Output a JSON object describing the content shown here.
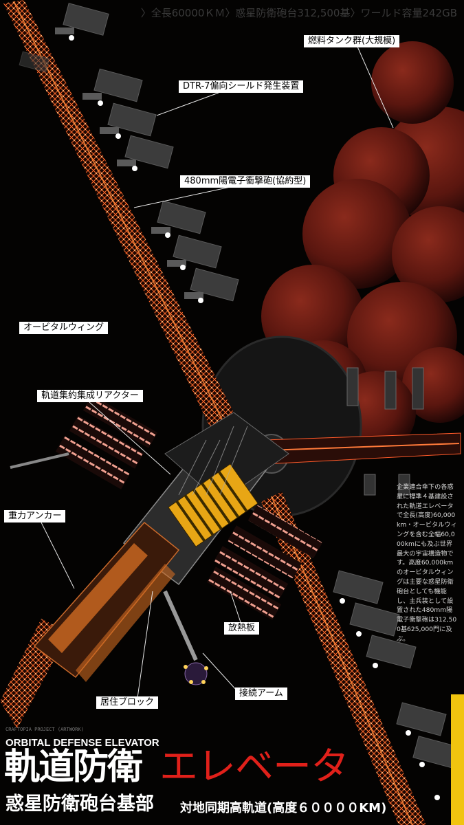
{
  "banner": "〉全長60000ＫＭ〉惑星防衛砲台312,500基〉ワールド容量242GB",
  "labels": {
    "fuel_tanks": "燃料タンク群(大規模)",
    "shield": "DTR-7偏向シールド発生装置",
    "cannon": "480mm陽電子衝撃砲(協約型)",
    "wing": "オービタルウィング",
    "reactor": "軌道集約集成リアクター",
    "anchor": "重力アンカー",
    "radiator": "放熱板",
    "arm": "接続アーム",
    "habitat": "居住ブロック"
  },
  "description": "企業連合傘下の各惑星に標準４基建設された軌道エレベータで全長(高度)60,000km・オービタルウィングを含む全幅60,000kmにも及ぶ世界最大の宇宙構造物です。高度60,000kmのオービタルウィングは主要な惑星防衛砲台としても機能し、主兵装として設置された480mm陽電子衝撃砲は312,500基625,000門に及ぶ。",
  "credit": "CRAFTOPIA PROJECT (ARTWORK)",
  "title": {
    "english": "ORBITAL DEFENSE ELEVATOR",
    "main_white": "軌道防衛",
    "main_red": "エレベータ",
    "sub_large": "惑星防衛砲台基部",
    "sub_small": "対地同期高軌道(高度６００００KM)"
  },
  "colors": {
    "accent_red": "#e0201a",
    "label_bg": "#ffffff",
    "tower_glow": "#e0531f",
    "sphere": "#7a2016",
    "yellow": "#f1c40f"
  }
}
